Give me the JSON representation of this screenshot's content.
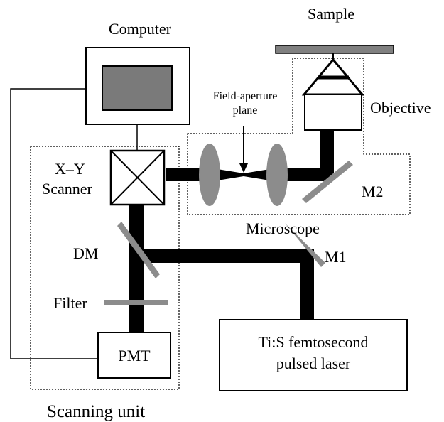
{
  "labels": {
    "computer": "Computer",
    "sample": "Sample",
    "field_aperture_line1": "Field-aperture",
    "field_aperture_line2": "plane",
    "objective": "Objective",
    "xy_line1": "X–Y",
    "xy_line2": "Scanner",
    "m2": "M2",
    "microscope": "Microscope",
    "dm": "DM",
    "m1": "M1",
    "filter": "Filter",
    "pmt": "PMT",
    "laser_line1": "Ti:S femtosecond",
    "laser_line2": "pulsed laser",
    "scanning_unit": "Scanning unit"
  },
  "colors": {
    "beam": "#000000",
    "optic_gray": "#8c8c8c",
    "screen_gray": "#7a7a7a",
    "outline": "#000000"
  }
}
